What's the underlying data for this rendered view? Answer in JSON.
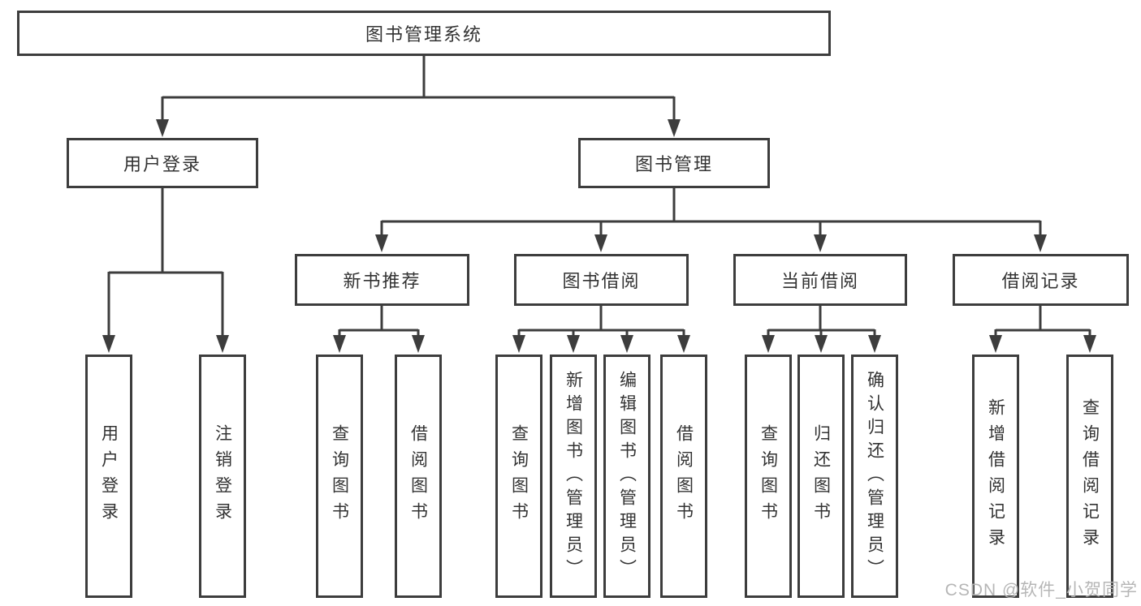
{
  "tree": {
    "label": "图书管理系统",
    "children": [
      {
        "label": "用户登录",
        "children": [
          {
            "label": "用户登录"
          },
          {
            "label": "注销登录"
          }
        ]
      },
      {
        "label": "图书管理",
        "children": [
          {
            "label": "新书推荐",
            "children": [
              {
                "label": "查询图书"
              },
              {
                "label": "借阅图书"
              }
            ]
          },
          {
            "label": "图书借阅",
            "children": [
              {
                "label": "查询图书"
              },
              {
                "label": "新增图书（管理员）"
              },
              {
                "label": "编辑图书（管理员）"
              },
              {
                "label": "借阅图书"
              }
            ]
          },
          {
            "label": "当前借阅",
            "children": [
              {
                "label": "查询图书"
              },
              {
                "label": "归还图书"
              },
              {
                "label": "确认归还（管理员）"
              }
            ]
          },
          {
            "label": "借阅记录",
            "children": [
              {
                "label": "新增借阅记录"
              },
              {
                "label": "查询借阅记录"
              }
            ]
          }
        ]
      }
    ]
  },
  "watermark": {
    "text": "CSDN @软件_小贺同学"
  },
  "colors": {
    "line": "#3d3d3d",
    "text": "#333333",
    "watermark": "#b2b2b2",
    "background": "#ffffff"
  }
}
